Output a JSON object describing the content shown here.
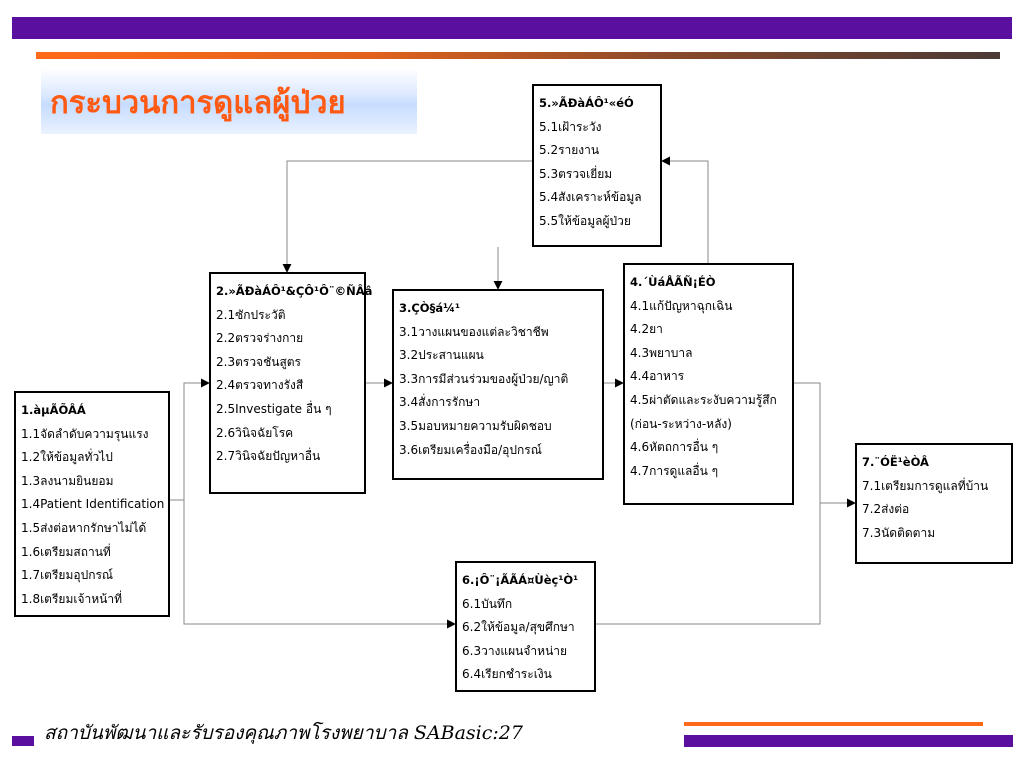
{
  "slide": {
    "title": "กระบวนการดูแลผู้ป่วย",
    "footer": "สถาบันพัฒนาและรับรองคุณภาพโรงพยาบาล SABasic:27"
  },
  "colors": {
    "band_purple": "#5b0f9e",
    "band_orange": "#ff6a1a",
    "title_text": "#ff5a14",
    "box_border": "#000000",
    "connector": "#8a8a8a"
  },
  "chart_data": {
    "type": "flowchart",
    "nodes": [
      {
        "id": "n1",
        "title": "1.àµÃÕÂÁ",
        "items": [
          "1.1จัดลำดับความรุนแรง",
          "1.2ให้ข้อมูลทั่วไป",
          "1.3ลงนามยินยอม",
          "1.4Patient Identification",
          "1.5ส่งต่อหากรักษาไม่ได้",
          "1.6เตรียมสถานที่",
          "1.7เตรียมอุปกรณ์",
          "1.8เตรียมเจ้าหน้าที่"
        ]
      },
      {
        "id": "n2",
        "title": "2.»ÃÐàÁÔ¹&ÇÔ¹Ô¨©ÑÂâ",
        "items": [
          "2.1ซักประวัติ",
          "2.2ตรวจร่างกาย",
          "2.3ตรวจชันสูตร",
          "2.4ตรวจทางรังสี",
          "2.5Investigate อื่น ๆ",
          "2.6วินิจฉัยโรค",
          "2.7วินิจฉัยปัญหาอื่น"
        ]
      },
      {
        "id": "n3",
        "title": "3.ÇÒ§á¼¹",
        "items": [
          "3.1วางแผนของแต่ละวิชาชีพ",
          "3.2ประสานแผน",
          "3.3การมีส่วนร่วมของผู้ป่วย/ญาติ",
          "3.4สั่งการรักษา",
          "3.5มอบหมายความรับผิดชอบ",
          "3.6เตรียมเครื่องมือ/อุปกรณ์"
        ]
      },
      {
        "id": "n4",
        "title": "4.´ÙáÅÃÑ¡ÉÒ",
        "items": [
          "4.1แก้ปัญหาฉุกเฉิน",
          "4.2ยา",
          "4.3พยาบาล",
          "4.4อาหาร",
          "4.5ผ่าตัดและระงับความรู้สึก",
          "(ก่อน-ระหว่าง-หลัง)",
          "4.6หัตถการอื่น ๆ",
          "4.7การดูแลอื่น ๆ"
        ]
      },
      {
        "id": "n5",
        "title": "5.»ÃÐàÁÔ¹«éÓ",
        "items": [
          "5.1เฝ้าระวัง",
          "5.2รายงาน",
          "5.3ตรวจเยี่ยม",
          "5.4สังเคราะห์ข้อมูล",
          "5.5ให้ข้อมูลผู้ป่วย"
        ]
      },
      {
        "id": "n6",
        "title": "6.¡Ô¨¡ÃÃÁ¤Ùèç¹Ò¹",
        "items": [
          "6.1บันทึก",
          "6.2ให้ข้อมูล/สุขศึกษา",
          "6.3วางแผนจำหน่าย",
          "6.4เรียกชำระเงิน"
        ]
      },
      {
        "id": "n7",
        "title": "7.¨ÓË¹èÒÂ",
        "items": [
          "7.1เตรียมการดูแลที่บ้าน",
          "7.2ส่งต่อ",
          "7.3นัดติดตาม"
        ]
      }
    ],
    "edges": [
      {
        "from": "n1",
        "to": "n2"
      },
      {
        "from": "n1",
        "to": "n6"
      },
      {
        "from": "n2",
        "to": "n3"
      },
      {
        "from": "n3",
        "to": "n4"
      },
      {
        "from": "n4",
        "to": "n5"
      },
      {
        "from": "n5",
        "to": "n2"
      },
      {
        "from": "n5",
        "to": "n3"
      },
      {
        "from": "n4",
        "to": "n7"
      },
      {
        "from": "n6",
        "to": "n7"
      }
    ]
  }
}
